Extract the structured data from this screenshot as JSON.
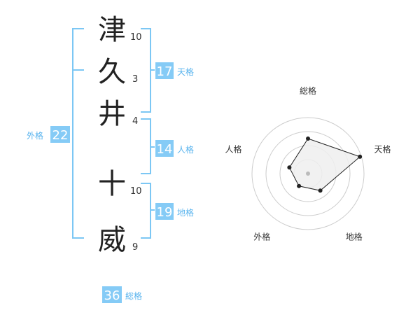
{
  "colors": {
    "accent": "#7cc7f4",
    "accent_text": "#5ab4ee",
    "box_fill": "#85cbf6",
    "ring": "#cccccc",
    "polygon_fill": "#eeeeee",
    "polygon_stroke": "#222222"
  },
  "name": {
    "surname": [
      {
        "char": "津",
        "strokes": "10"
      },
      {
        "char": "久",
        "strokes": "3"
      },
      {
        "char": "井",
        "strokes": "4"
      }
    ],
    "given": [
      {
        "char": "十",
        "strokes": "10"
      },
      {
        "char": "威",
        "strokes": "9"
      }
    ]
  },
  "scores": {
    "tenkaku": {
      "value": "17",
      "label": "天格"
    },
    "jinkaku": {
      "value": "14",
      "label": "人格"
    },
    "chikaku": {
      "value": "19",
      "label": "地格"
    },
    "gaikaku": {
      "value": "22",
      "label": "外格"
    },
    "soukaku": {
      "value": "36",
      "label": "総格"
    }
  },
  "chart_data": {
    "type": "radar",
    "axes": [
      "総格",
      "天格",
      "地格",
      "外格",
      "人格"
    ],
    "rings": 4,
    "max": 4,
    "values": [
      2.5,
      3.9,
      1.5,
      1.1,
      1.4
    ]
  }
}
